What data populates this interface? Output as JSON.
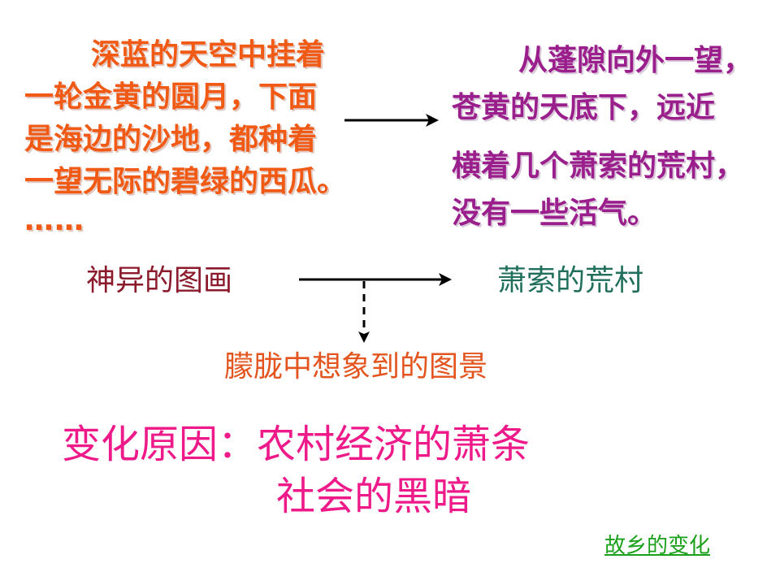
{
  "quote_left": {
    "lines": [
      "深蓝的天空中挂着",
      "一轮金黄的圆月，下面",
      "是海边的沙地，都种着",
      "一望无际的碧绿的西瓜。"
    ],
    "ellipsis": "……",
    "color": "#f05a14"
  },
  "quote_right": {
    "lines_a": [
      "从蓬隙向外一望，",
      "苍黄的天底下，远近"
    ],
    "lines_b": [
      "横着几个萧索的荒村，",
      "没有一些活气。"
    ],
    "color": "#9a1f8c"
  },
  "flow": {
    "left_label": "神异的图画",
    "right_label": "萧索的荒村",
    "bottom_label": "朦胧中想象到的图景",
    "left_color": "#8b1a2b",
    "right_color": "#1f6f5c",
    "bottom_color": "#e3541e"
  },
  "reason": {
    "line1": "变化原因：农村经济的萧条",
    "line2": "社会的黑暗",
    "color": "#ee1a8a"
  },
  "link": {
    "label": "故乡的变化",
    "color": "#1aa01a"
  }
}
